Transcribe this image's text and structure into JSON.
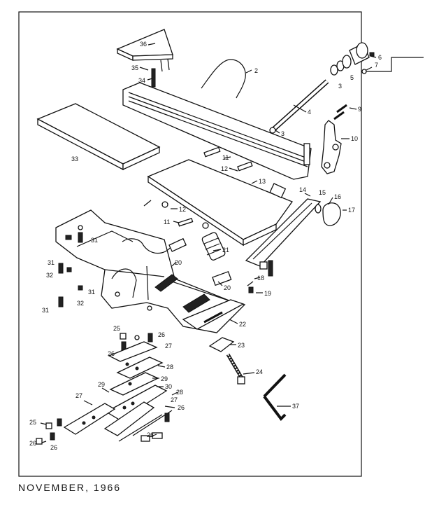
{
  "diagram": {
    "footer_text": "NOVEMBER, 1966",
    "part_labels": [
      {
        "id": "p36",
        "text": "36"
      },
      {
        "id": "p35",
        "text": "35"
      },
      {
        "id": "p34",
        "text": "34"
      },
      {
        "id": "p2",
        "text": "2"
      },
      {
        "id": "p3a",
        "text": "3"
      },
      {
        "id": "p4",
        "text": "4"
      },
      {
        "id": "p3b",
        "text": "3"
      },
      {
        "id": "p5",
        "text": "5"
      },
      {
        "id": "p6",
        "text": "6"
      },
      {
        "id": "p7",
        "text": "7"
      },
      {
        "id": "p9",
        "text": "9"
      },
      {
        "id": "p10",
        "text": "10"
      },
      {
        "id": "p33",
        "text": "33"
      },
      {
        "id": "p11a",
        "text": "11"
      },
      {
        "id": "p12a",
        "text": "12"
      },
      {
        "id": "p13",
        "text": "13"
      },
      {
        "id": "p14",
        "text": "14"
      },
      {
        "id": "p15",
        "text": "15"
      },
      {
        "id": "p16",
        "text": "16"
      },
      {
        "id": "p17",
        "text": "17"
      },
      {
        "id": "p12b",
        "text": "12"
      },
      {
        "id": "p11b",
        "text": "11"
      },
      {
        "id": "p31a",
        "text": "31"
      },
      {
        "id": "p21",
        "text": "21"
      },
      {
        "id": "p31b",
        "text": "31"
      },
      {
        "id": "p32a",
        "text": "32"
      },
      {
        "id": "p20a",
        "text": "20"
      },
      {
        "id": "p20b",
        "text": "20"
      },
      {
        "id": "p18",
        "text": "18"
      },
      {
        "id": "p19",
        "text": "19"
      },
      {
        "id": "p31c",
        "text": "31"
      },
      {
        "id": "p31d",
        "text": "31"
      },
      {
        "id": "p32b",
        "text": "32"
      },
      {
        "id": "p22",
        "text": "22"
      },
      {
        "id": "p25a",
        "text": "25"
      },
      {
        "id": "p26a",
        "text": "26"
      },
      {
        "id": "p27a",
        "text": "27"
      },
      {
        "id": "p26b",
        "text": "26"
      },
      {
        "id": "p23",
        "text": "23"
      },
      {
        "id": "p28a",
        "text": "28"
      },
      {
        "id": "p29a",
        "text": "29"
      },
      {
        "id": "p24",
        "text": "24"
      },
      {
        "id": "p29b",
        "text": "29"
      },
      {
        "id": "p30",
        "text": "30"
      },
      {
        "id": "p27b",
        "text": "27"
      },
      {
        "id": "p28b",
        "text": "28"
      },
      {
        "id": "p27c",
        "text": "27"
      },
      {
        "id": "p26c",
        "text": "26"
      },
      {
        "id": "p37",
        "text": "37"
      },
      {
        "id": "p25b",
        "text": "25"
      },
      {
        "id": "p26d",
        "text": "26"
      },
      {
        "id": "p26e",
        "text": "26"
      },
      {
        "id": "p26f",
        "text": "26"
      }
    ]
  }
}
